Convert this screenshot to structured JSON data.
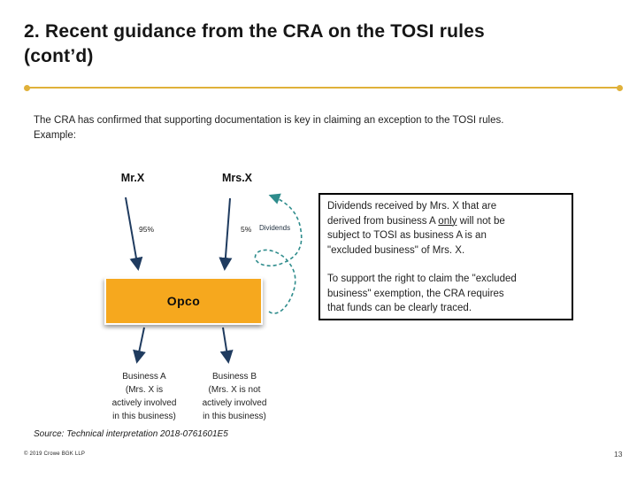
{
  "slide": {
    "title": "2. Recent guidance from the CRA on the TOSI rules\n(cont’d)",
    "intro": "The CRA has confirmed that supporting documentation is key in claiming an exception to the TOSI rules.\nExample:",
    "source": "Source: Technical interpretation 2018-0761601E5",
    "copyright": "© 2019 Crowe BGK LLP",
    "page_number": "13"
  },
  "diagram": {
    "mr_x": "Mr.X",
    "mrs_x": "Mrs.X",
    "pct_mr": "95%",
    "pct_mrs": "5%",
    "dividends_label": "Dividends",
    "opco": "Opco",
    "business_a": "Business A\n(Mrs. X is\nactively involved\nin this business)",
    "business_b": "Business B\n(Mrs. X is not\nactively involved\nin this business)"
  },
  "callout": {
    "p1_before": "Dividends received by Mrs. X that are\nderived from business A ",
    "p1_underlined": "only",
    "p1_after": " will not be\nsubject to TOSI as business A is an\n\"excluded business\" of Mrs. X.",
    "p2": "To support the right to claim the \"excluded\nbusiness\" exemption, the CRA requires\nthat funds can be clearly traced."
  },
  "colors": {
    "accent_gold": "#E0B13A",
    "navy": "#1F3B5F",
    "teal": "#2E8C8C",
    "opco_fill": "#F6A81E"
  }
}
